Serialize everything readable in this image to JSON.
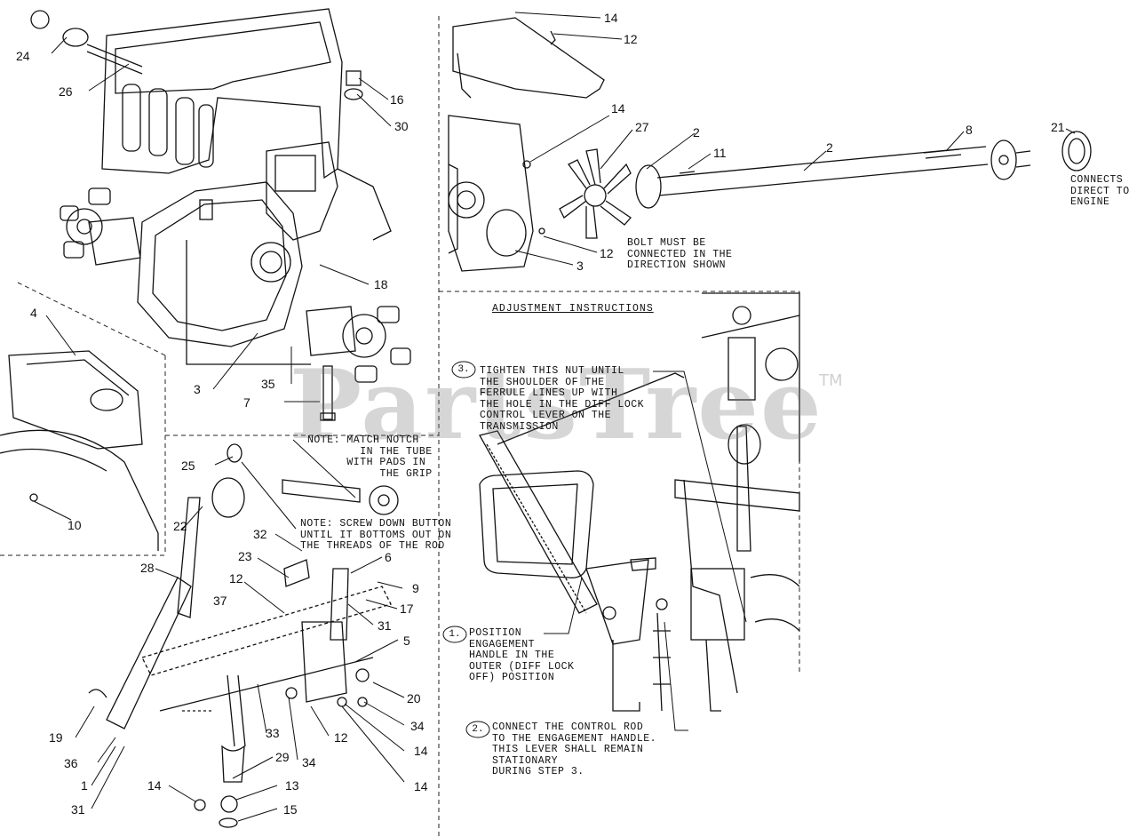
{
  "watermark": {
    "brand": "PartsTree",
    "tm": "TM"
  },
  "callouts": [
    {
      "id": "c24",
      "text": "24"
    },
    {
      "id": "c26",
      "text": "26"
    },
    {
      "id": "c16",
      "text": "16"
    },
    {
      "id": "c30",
      "text": "30"
    },
    {
      "id": "c4",
      "text": "4"
    },
    {
      "id": "c18",
      "text": "18"
    },
    {
      "id": "c3a",
      "text": "3"
    },
    {
      "id": "c35",
      "text": "35"
    },
    {
      "id": "c7",
      "text": "7"
    },
    {
      "id": "c10",
      "text": "10"
    },
    {
      "id": "c25",
      "text": "25"
    },
    {
      "id": "c22",
      "text": "22"
    },
    {
      "id": "c28",
      "text": "28"
    },
    {
      "id": "c32",
      "text": "32"
    },
    {
      "id": "c23",
      "text": "23"
    },
    {
      "id": "c12a",
      "text": "12"
    },
    {
      "id": "c6",
      "text": "6"
    },
    {
      "id": "c9",
      "text": "9"
    },
    {
      "id": "c17",
      "text": "17"
    },
    {
      "id": "c37",
      "text": "37"
    },
    {
      "id": "c31a",
      "text": "31"
    },
    {
      "id": "c5",
      "text": "5"
    },
    {
      "id": "c20",
      "text": "20"
    },
    {
      "id": "c34a",
      "text": "34"
    },
    {
      "id": "c19",
      "text": "19"
    },
    {
      "id": "c33",
      "text": "33"
    },
    {
      "id": "c12b",
      "text": "12"
    },
    {
      "id": "c14a",
      "text": "14"
    },
    {
      "id": "c36",
      "text": "36"
    },
    {
      "id": "c34b",
      "text": "34"
    },
    {
      "id": "c29",
      "text": "29"
    },
    {
      "id": "c1",
      "text": "1"
    },
    {
      "id": "c14b",
      "text": "14"
    },
    {
      "id": "c13",
      "text": "13"
    },
    {
      "id": "c31b",
      "text": "31"
    },
    {
      "id": "c15",
      "text": "15"
    },
    {
      "id": "c14c",
      "text": "14"
    },
    {
      "id": "c14d",
      "text": "14"
    },
    {
      "id": "c12c",
      "text": "12"
    },
    {
      "id": "c14e",
      "text": "14"
    },
    {
      "id": "c27",
      "text": "27"
    },
    {
      "id": "c2a",
      "text": "2"
    },
    {
      "id": "c11",
      "text": "11"
    },
    {
      "id": "c2b",
      "text": "2"
    },
    {
      "id": "c8",
      "text": "8"
    },
    {
      "id": "c21",
      "text": "21"
    },
    {
      "id": "c12d",
      "text": "12"
    },
    {
      "id": "c3b",
      "text": "3"
    }
  ],
  "notes": {
    "connects": "CONNECTS\nDIRECT TO\nENGINE",
    "bolt": "BOLT MUST BE\nCONNECTED IN THE\nDIRECTION SHOWN",
    "match_notch": "NOTE: MATCH NOTCH\n        IN THE TUBE\n      WITH PADS IN\n           THE GRIP",
    "screw_down": "NOTE: SCREW DOWN BUTTON\nUNTIL IT BOTTOMS OUT ON\nTHE THREADS OF THE ROD",
    "adjustment_heading": "ADJUSTMENT INSTRUCTIONS",
    "step3_badge": "3.",
    "step3_text": "TIGHTEN THIS NUT UNTIL\nTHE SHOULDER OF THE\nFERRULE LINES UP WITH\nTHE HOLE IN THE DIFF LOCK\nCONTROL LEVER ON THE\nTRANSMISSION",
    "step1_badge": "1.",
    "step1_text": "POSITION\nENGAGEMENT\nHANDLE IN THE\nOUTER (DIFF LOCK\nOFF) POSITION",
    "step2_badge": "2.",
    "step2_text": "CONNECT THE CONTROL ROD\nTO THE ENGAGEMENT HANDLE.\nTHIS LEVER SHALL REMAIN\nSTATIONARY\nDURING STEP 3."
  }
}
